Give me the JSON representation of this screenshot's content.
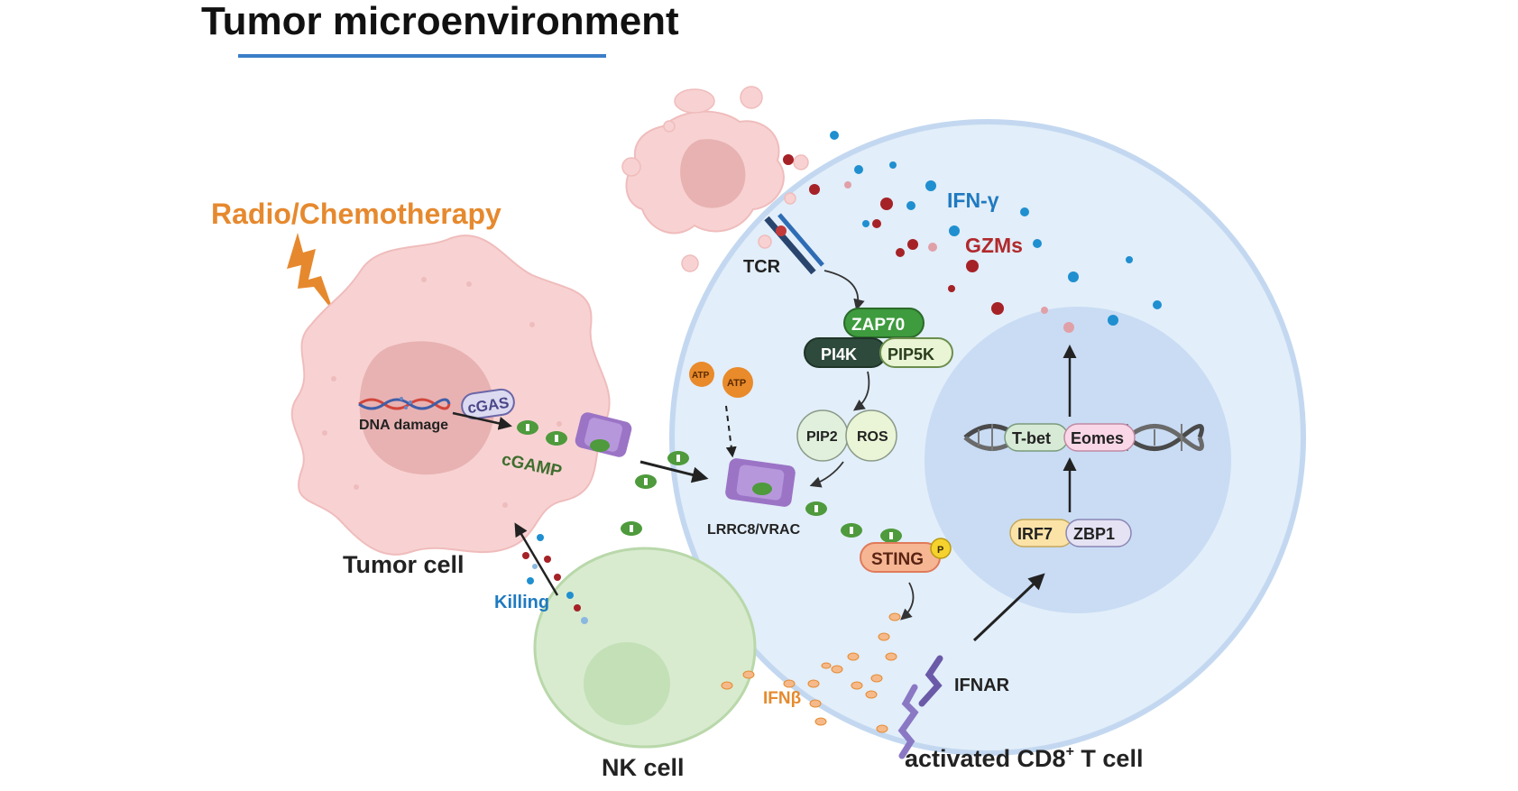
{
  "title": "Tumor microenvironment",
  "labels": {
    "radio_chemo": "Radio/Chemotherapy",
    "dna_damage": "DNA damage",
    "cgas": "cGAS",
    "cgamp": "cGAMP",
    "tumor_cell": "Tumor cell",
    "killing": "Killing",
    "nk_cell": "NK cell",
    "atp1": "ATP",
    "atp2": "ATP",
    "lrrc8": "LRRC8/VRAC",
    "tcr": "TCR",
    "ifn_gamma": "IFN-γ",
    "gzms": "GZMs",
    "zap70": "ZAP70",
    "pi4k": "PI4K",
    "pip5k": "PIP5K",
    "pip2": "PIP2",
    "ros": "ROS",
    "sting": "STING",
    "phospho": "P",
    "tbet": "T-bet",
    "eomes": "Eomes",
    "irf7": "IRF7",
    "zbp1": "ZBP1",
    "ifnb": "IFNβ",
    "ifnar": "IFNAR",
    "cd8_prefix": "activated CD8",
    "cd8_sup": "+",
    "cd8_suffix": " T cell"
  },
  "colors": {
    "title_underline": "#3b7ec8",
    "radio_orange": "#e6892e",
    "tumor_fill": "#f8d2d2",
    "tumor_nucleus": "#e8b2b2",
    "nk_fill": "#d8ebcf",
    "nk_nucleus": "#c3e0b7",
    "tcell_outer": "#e2eef9",
    "tcell_inner": "#c9dcf4",
    "zap70": "#3e9b3e",
    "pi4k": "#2e4a3c",
    "pip5k": "#e9f5d4",
    "sting": "#f6b693",
    "irf7": "#fbe3a8",
    "zbp1": "#e4e2f3",
    "tbet": "#d7ead6",
    "eomes": "#f9d7e7",
    "ifn_gamma_text": "#1f7ac0",
    "gzms_text": "#b0292c",
    "ifnb_text": "#e58a2e",
    "killing_text": "#1f7ac0",
    "cgamp": "#4e9a3c",
    "vrac": "#9b74c6"
  }
}
